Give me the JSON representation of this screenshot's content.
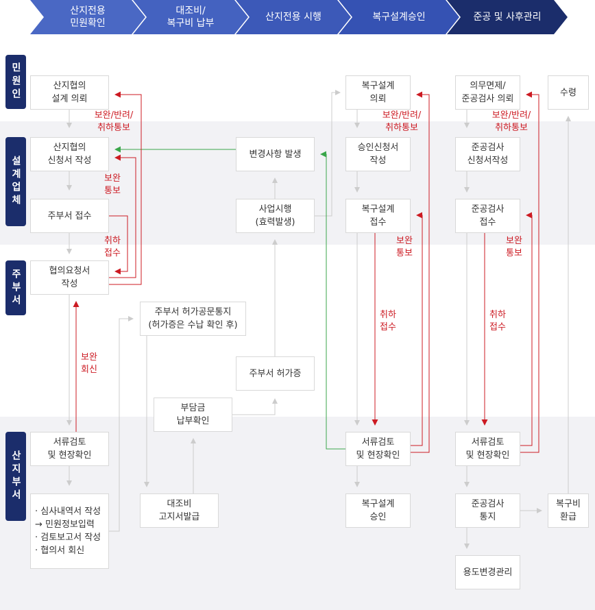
{
  "steps": [
    {
      "label": "산지전용\n민원확인",
      "color": "#4a68c4"
    },
    {
      "label": "대조비/\n복구비 납부",
      "color": "#4462c0"
    },
    {
      "label": "산지전용 시행",
      "color": "#3c59b8"
    },
    {
      "label": "복구설계승인",
      "color": "#3552b3"
    },
    {
      "label": "준공 및 사후관리",
      "color": "#1b2d6b"
    }
  ],
  "roles": [
    "민원인",
    "설계업체",
    "주부서",
    "산지부서"
  ],
  "boxes": {
    "minwon_design": "산지협의\n설계 의뢰",
    "design_apply": "산지협의\n신청서 작성",
    "design_receive": "주부서 접수",
    "req_write": "협의요청서\n작성",
    "doc_review_1": "서류검토\n및 현장확인",
    "review_list": "· 심사내역서 작성\n  → 민원정보입력\n· 검토보고서 작성\n· 협의서 회신",
    "notice_permit": "주부서 허가공문통지\n(허가증은 수납 확인 후)",
    "charge_confirm": "부담금\n납부확인",
    "fee_notice": "대조비\n고지서발급",
    "change_occur": "변경사항 발생",
    "project_exec": "사업시행\n(효력발생)",
    "permit": "주부서 허가증",
    "restore_request": "복구설계\n의뢰",
    "approve_apply": "승인신청서\n작성",
    "restore_receive": "복구설계\n접수",
    "doc_review_2": "서류검토\n및 현장확인",
    "restore_approve": "복구설계\n승인",
    "exempt_request": "의무면제/\n준공검사 의뢰",
    "complete_apply": "준공검사\n신청서작성",
    "complete_receive": "준공검사\n접수",
    "doc_review_3": "서류검토\n및 현장확인",
    "complete_notice": "준공검사\n통지",
    "land_manage": "용도변경관리",
    "receive": "수령",
    "refund": "복구비\n환급"
  },
  "labels": {
    "l1": "보완/반려/\n취하통보",
    "l2": "보완\n통보",
    "l3": "취하\n접수",
    "l4": "보완\n회신",
    "l5": "보완/반려/\n취하통보",
    "l6": "보완\n통보",
    "l7": "취하\n접수",
    "l8": "보완/반려/\n취하통보",
    "l9": "보완\n통보",
    "l10": "취하\n접수"
  },
  "colors": {
    "red": "#cc1a22",
    "green": "#3aa64a",
    "gray": "#cccccc",
    "navy": "#1b2d6b",
    "band": "#f2f2f5"
  }
}
